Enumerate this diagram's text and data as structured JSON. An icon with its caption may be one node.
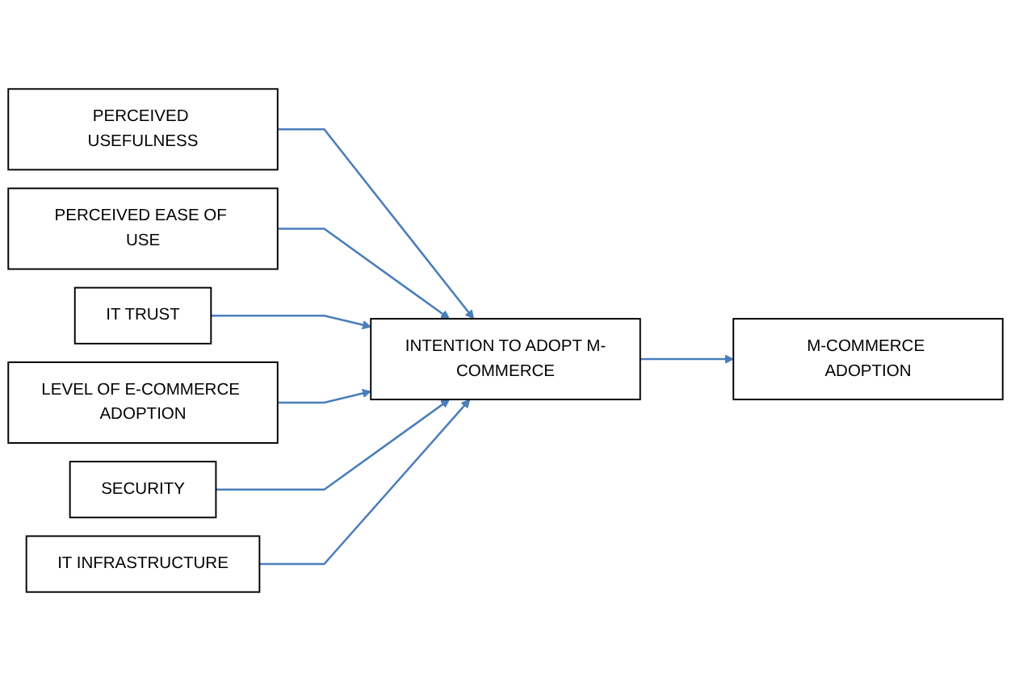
{
  "diagram": {
    "nodes": [
      {
        "text": [
          "PERCEIVED USEFULNESS"
        ]
      },
      {
        "text": [
          "PERCEIVED EASE OF USE"
        ]
      },
      {
        "text": [
          "IT TRUST"
        ]
      },
      {
        "text": [
          "LEVEL OF E-COMMERCE ADOPTION"
        ]
      },
      {
        "text": [
          "SECURITY"
        ]
      },
      {
        "text": [
          "IT INFRASTRUCTURE"
        ]
      },
      {
        "text": [
          "INTENTION TO ADOPT M-COMMERCE"
        ]
      },
      {
        "text": [
          "M-COMMERCE ADOPTION"
        ]
      }
    ],
    "edges": [
      {
        "from": 0,
        "to": 6,
        "arrow": "to"
      },
      {
        "from": 1,
        "to": 6,
        "arrow": "to"
      },
      {
        "from": 2,
        "to": 6,
        "arrow": "to"
      },
      {
        "from": 3,
        "to": 6,
        "arrow": "to"
      },
      {
        "from": 4,
        "to": 6,
        "arrow": "to"
      },
      {
        "from": 5,
        "to": 6,
        "arrow": "to"
      },
      {
        "from": 6,
        "to": 7,
        "arrow": "to"
      }
    ]
  }
}
